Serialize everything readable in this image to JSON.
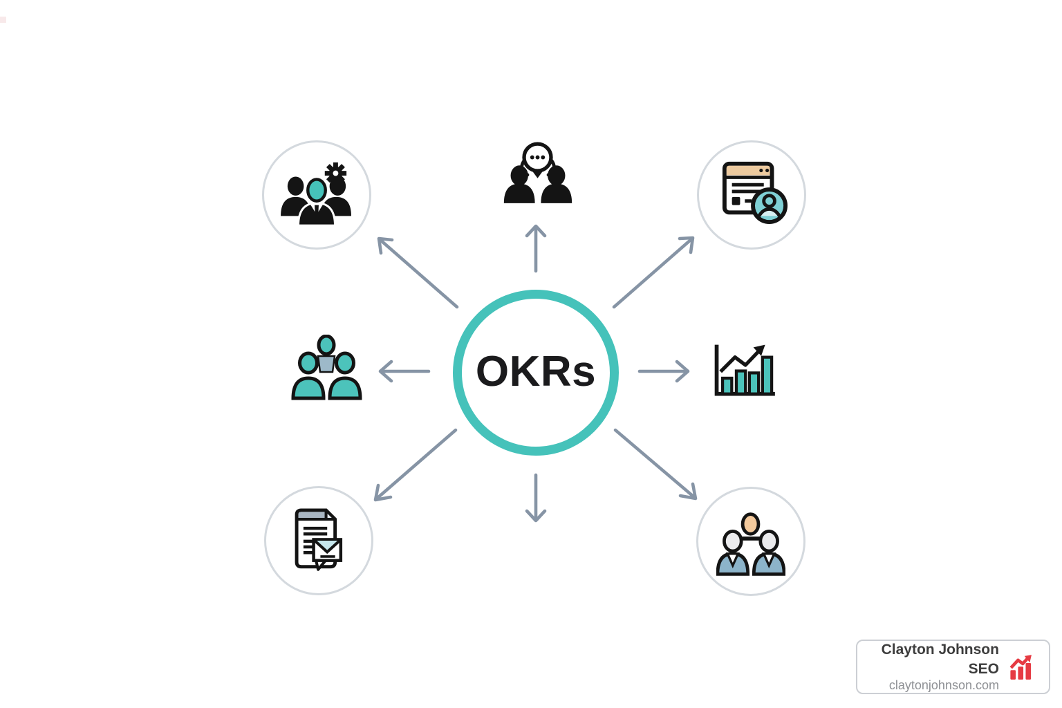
{
  "center": {
    "label": "OKRs"
  },
  "nodes": {
    "top_left": {
      "name": "team-with-gear",
      "icon": "team-gear-icon",
      "circled": true
    },
    "top_center": {
      "name": "two-people-chatting",
      "icon": "chat-people-icon",
      "circled": false
    },
    "top_right": {
      "name": "webpage-with-profile",
      "icon": "browser-profile-icon",
      "circled": true
    },
    "left": {
      "name": "teal-team",
      "icon": "teal-team-icon",
      "circled": false
    },
    "right": {
      "name": "growth-bar-chart",
      "icon": "growth-chart-icon",
      "circled": false
    },
    "bottom_left": {
      "name": "document-with-mail",
      "icon": "document-mail-icon",
      "circled": true
    },
    "bottom_right": {
      "name": "people-group",
      "icon": "people-team-icon",
      "circled": true
    }
  },
  "arrows": {
    "color": "#8694a5",
    "directions": [
      "up",
      "upper-left",
      "upper-right",
      "left",
      "right",
      "lower-left",
      "down",
      "lower-right"
    ]
  },
  "attribution": {
    "title": "Clayton Johnson SEO",
    "website": "claytonjohnson.com",
    "icon": "red-growth-chart-icon"
  },
  "colors": {
    "teal_ring": "#45c2ba",
    "teal_fill": "#4cc3bb",
    "ink": "#141414",
    "node_ring_gray": "#d4d9de",
    "arrow_gray": "#8694a5",
    "badge_red": "#e63b43",
    "browser_tan": "#edca9f",
    "profile_teal": "#7fd0d5",
    "head_peach": "#f4ca9d",
    "body_steel_blue": "#8cb4ca",
    "envelope_pale_blue": "#c6e7ed",
    "document_slate": "#a9b6c2",
    "badge_title_color": "#3d3d3d",
    "badge_site_color": "#8e9094"
  }
}
